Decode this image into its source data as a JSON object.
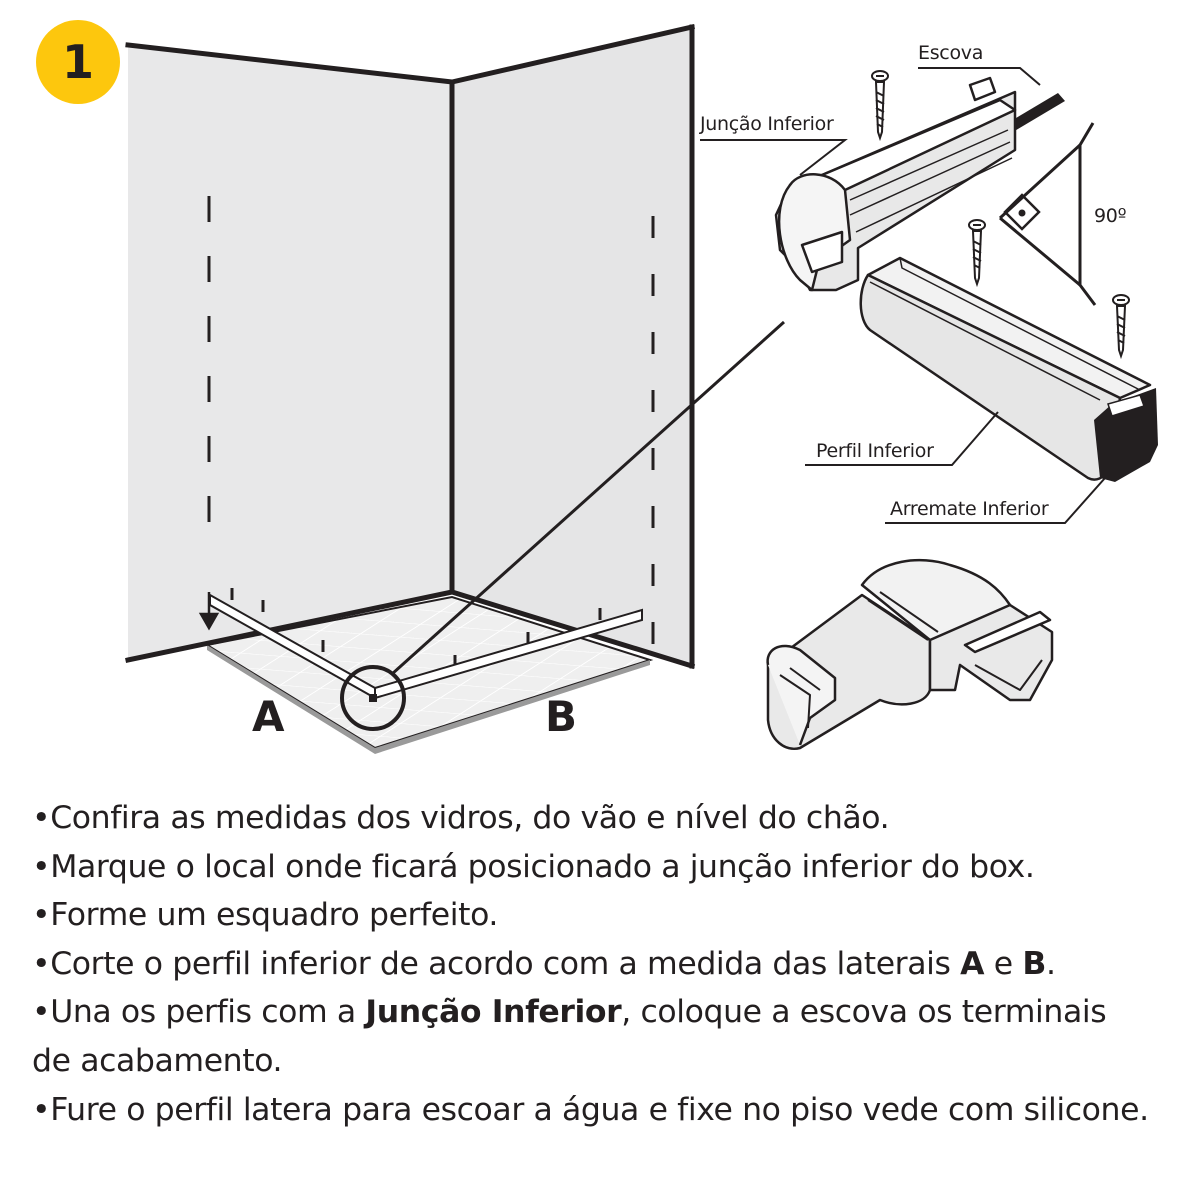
{
  "step": {
    "number": "1"
  },
  "labels": {
    "side_a": "A",
    "side_b": "B",
    "escova": "Escova",
    "juncao_inferior": "Junção Inferior",
    "angle": "90º",
    "perfil_inferior": "Perfil Inferior",
    "arremate_inferior": "Arremate Inferior"
  },
  "instructions": [
    {
      "bullet": "•",
      "segments": [
        {
          "text": "Confira as medidas dos vidros, do vão e nível do chão."
        }
      ]
    },
    {
      "bullet": "•",
      "segments": [
        {
          "text": "Marque o local onde ficará posicionado a junção inferior do box."
        }
      ]
    },
    {
      "bullet": "•",
      "segments": [
        {
          "text": "Forme um esquadro perfeito."
        }
      ]
    },
    {
      "bullet": "•",
      "segments": [
        {
          "text": "Corte o perfil inferior de acordo com a medida das laterais "
        },
        {
          "text": "A",
          "bold": true
        },
        {
          "text": " e "
        },
        {
          "text": "B",
          "bold": true
        },
        {
          "text": "."
        }
      ]
    },
    {
      "bullet": "•",
      "segments": [
        {
          "text": "Una os perfis com a "
        },
        {
          "text": "Junção Inferior",
          "bold": true
        },
        {
          "text": ", coloque a escova os terminais"
        }
      ]
    },
    {
      "bullet": "",
      "segments": [
        {
          "text": "de acabamento."
        }
      ]
    },
    {
      "bullet": "•",
      "segments": [
        {
          "text": "Fure o perfil latera para escoar a água e fixe no piso vede com silicone."
        }
      ]
    }
  ],
  "colors": {
    "badge": "#fdc70d",
    "ink": "#231f20",
    "wall": "#e8e8e9",
    "wall_right": "#e5e5e6",
    "floor": "#f0f0f1"
  }
}
